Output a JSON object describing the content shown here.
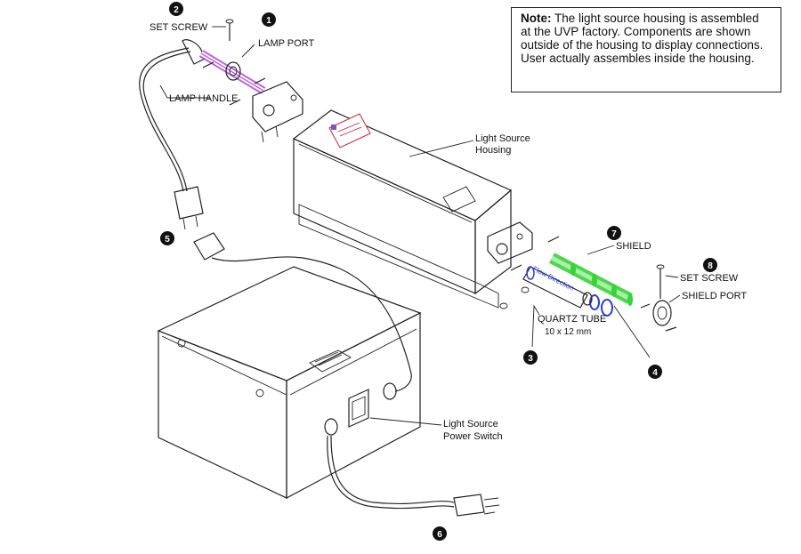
{
  "note": {
    "label": "Note:",
    "text": "The light source housing is assembled at the UVP factory. Components are shown outside of the housing to display connections. User actually assembles inside the housing."
  },
  "labels": {
    "set_screw_left": "SET SCREW",
    "lamp_port": "LAMP PORT",
    "lamp_handle": "LAMP HANDLE",
    "housing_line1": "Light Source",
    "housing_line2": "Housing",
    "shield": "SHIELD",
    "set_screw_right": "SET SCREW",
    "shield_port": "SHIELD PORT",
    "quartz_tube": "QUARTZ TUBE",
    "quartz_size": "10 x 12 mm",
    "flow_direction": "Flow Direction",
    "switch_line1": "Light Source",
    "switch_line2": "Power Switch"
  },
  "callouts": [
    "1",
    "2",
    "3",
    "4",
    "5",
    "6",
    "7",
    "8"
  ],
  "colors": {
    "lamp": "#b04ad8",
    "shield": "#38d23a",
    "quartz": "#2a3fd8"
  }
}
